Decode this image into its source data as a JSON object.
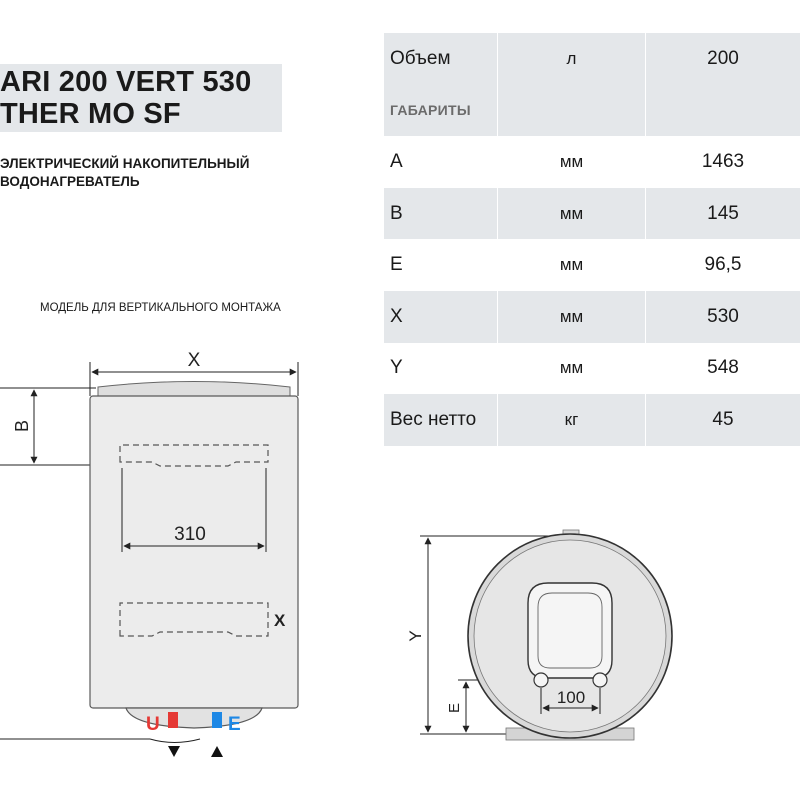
{
  "product": {
    "title_line1": "ARI 200 VERT 530",
    "title_line2": "THER MO SF",
    "subtitle_line1": "ЭЛЕКТРИЧЕСКИЙ НАКОПИТЕЛЬНЫЙ",
    "subtitle_line2": "ВОДОНАГРЕВАТЕЛЬ",
    "model_caption": "МОДЕЛЬ ДЛЯ ВЕРТИКАЛЬНОГО МОНТАЖА"
  },
  "specs": {
    "rows": [
      {
        "param": "Объем",
        "unit": "л",
        "value": "200"
      },
      {
        "param": "ГАБАРИТЫ",
        "unit": "",
        "value": ""
      },
      {
        "param": "A",
        "unit": "мм",
        "value": "1463"
      },
      {
        "param": "B",
        "unit": "мм",
        "value": "145"
      },
      {
        "param": "E",
        "unit": "мм",
        "value": "96,5"
      },
      {
        "param": "X",
        "unit": "мм",
        "value": "530"
      },
      {
        "param": "Y",
        "unit": "мм",
        "value": "548"
      },
      {
        "param": "Вес нетто",
        "unit": "кг",
        "value": "45"
      }
    ]
  },
  "front_diagram": {
    "dim_x": "X",
    "dim_b": "B",
    "dim_310": "310",
    "bracket_x": "X",
    "inlet_u": "U",
    "outlet_e": "E",
    "colors": {
      "hot_pipe": "#e53935",
      "cold_pipe": "#1e88e5"
    }
  },
  "side_diagram": {
    "dim_y": "Y",
    "dim_e": "E",
    "dim_100": "100"
  }
}
